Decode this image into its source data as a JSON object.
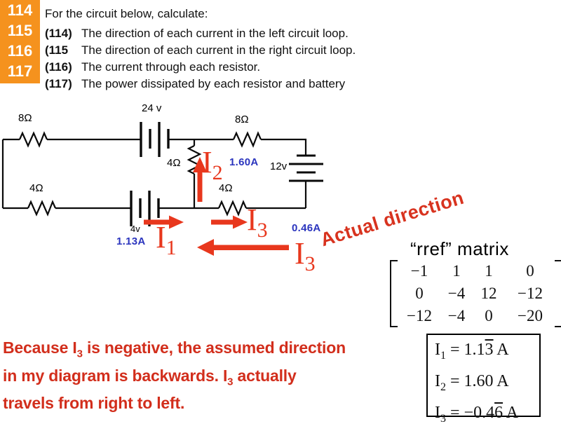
{
  "tab_box": {
    "color": "#F5921E",
    "numbers": [
      "114",
      "115",
      "116",
      "117"
    ]
  },
  "problem": {
    "title": "For the circuit below, calculate:",
    "items": [
      {
        "num": "(114)",
        "text": "The direction of each current in the left circuit loop."
      },
      {
        "num": "(115",
        "text": "The direction of each current in the right circuit loop."
      },
      {
        "num": "(116)",
        "text": "The current through each resistor."
      },
      {
        "num": "(117)",
        "text": "The power dissipated by each resistor and battery"
      }
    ]
  },
  "circuit": {
    "labels": {
      "r_top_left": "8Ω",
      "battery_top": "24 v",
      "r_top_right": "8Ω",
      "r_middle": "4Ω",
      "battery_right": "12v",
      "r_bottom_left": "4Ω",
      "battery_bottom": "4v",
      "r_bottom_mid": "4Ω"
    },
    "currents": {
      "i1": {
        "base": "I",
        "sub": "1",
        "reading": "1.13A"
      },
      "i2": {
        "base": "I",
        "sub": "2",
        "reading": "1.60A"
      },
      "i3": {
        "base": "I",
        "sub": "3",
        "reading": "0.46A"
      },
      "i3_actual": {
        "base": "I",
        "sub": "3"
      }
    },
    "annotation": "Actual direction",
    "colors": {
      "wire": "#000000",
      "arrow": "#E8371D",
      "reading": "#2B35BE"
    }
  },
  "matrix": {
    "title": "“rref” matrix",
    "rows": [
      [
        "−1",
        "1",
        "1",
        "0"
      ],
      [
        "0",
        "−4",
        "12",
        "−12"
      ],
      [
        "−12",
        "−4",
        "0",
        "−20"
      ]
    ]
  },
  "answers": {
    "items": [
      {
        "base": "I",
        "sub": "1",
        "eq": " = 1.1",
        "bar": "3",
        "unit": " A"
      },
      {
        "base": "I",
        "sub": "2",
        "eq": " = 1.60",
        "bar": "",
        "unit": " A"
      },
      {
        "base": "I",
        "sub": "3",
        "eq": " = −0.4",
        "bar": "6",
        "unit": " A"
      }
    ]
  },
  "note": {
    "color": "#D22E1C",
    "line1_pre": "Because I",
    "line1_sub": "3",
    "line1_post": " is negative, the assumed direction",
    "line2_pre": "in my diagram is backwards. I",
    "line2_sub": "3",
    "line2_post": " actually",
    "line3": "travels from right to left."
  }
}
